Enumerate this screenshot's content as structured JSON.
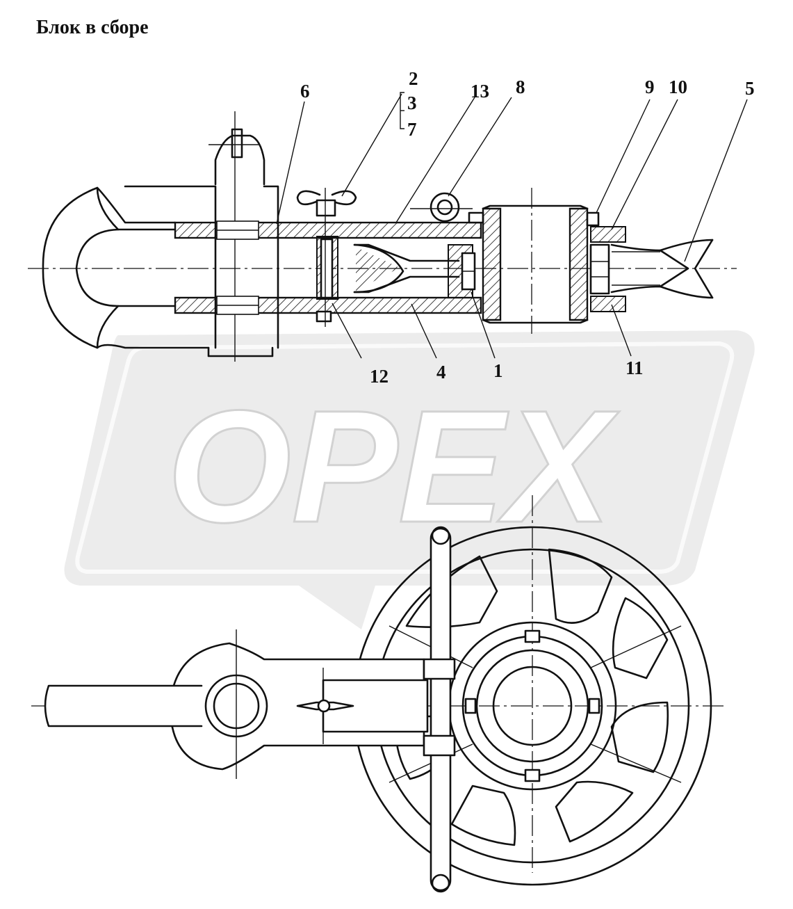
{
  "title": "Блок в сборе",
  "watermark": {
    "text": "OPEX",
    "color": "#e6e6e6"
  },
  "callouts": {
    "c1": "1",
    "c2": "2",
    "c3": "3",
    "c4": "4",
    "c5": "5",
    "c6": "6",
    "c7": "7",
    "c8": "8",
    "c9": "9",
    "c10": "10",
    "c11": "11",
    "c12": "12",
    "c13": "13"
  },
  "colors": {
    "line": "#111111",
    "background": "#ffffff"
  }
}
